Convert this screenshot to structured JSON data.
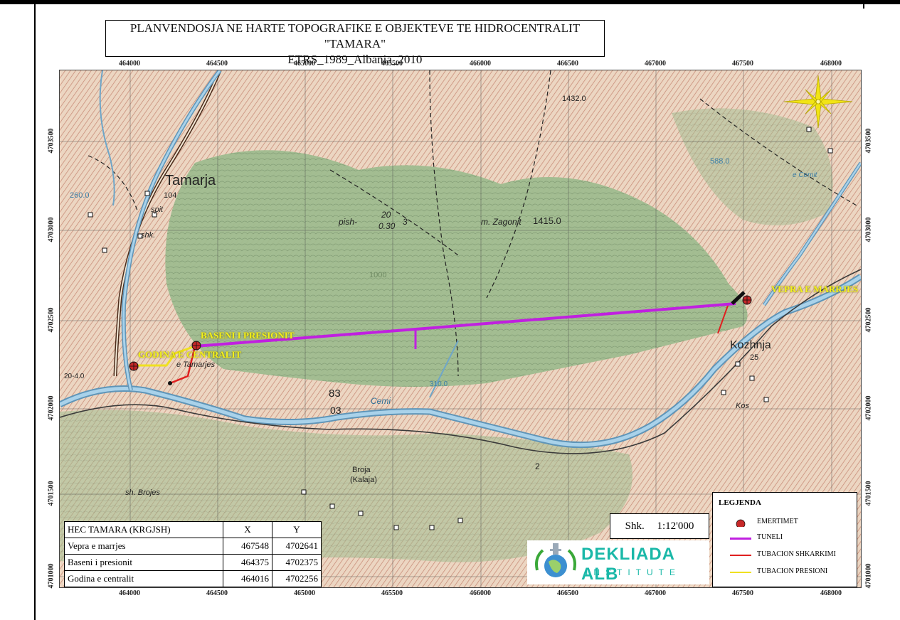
{
  "title": {
    "line1": "PLANVENDOSJA NE HARTE TOPOGRAFIKE E OBJEKTEVE TE HIDROCENTRALIT \"TAMARA\"",
    "line2": "ETRS_1989_Albania_2010"
  },
  "grid": {
    "x_labels": [
      "464000",
      "464500",
      "465000",
      "465500",
      "466000",
      "466500",
      "467000",
      "467500",
      "468000"
    ],
    "y_labels": [
      "4703500",
      "4703000",
      "4702500",
      "4702000",
      "4701500",
      "4701000"
    ]
  },
  "features": {
    "intake": "VEPRA E MARRJES",
    "basin": "BASENI I PRESIONIT",
    "powerhouse": "GODINA E CENTRALIT"
  },
  "map_text": {
    "village_west": "Tamarja",
    "village_west_num": "104",
    "spit": "spit",
    "shk": "shk.",
    "elev_stream": "260.0",
    "pish": "pish-",
    "frac_top": "20",
    "frac_bottom": "0.30",
    "frac_num": "3",
    "peak": "m. Zagonit",
    "peak_elev": "1415.0",
    "elev_north": "1432.0",
    "elev_ne": "588.0",
    "village_east": "Kozhnja",
    "village_east_num": "25",
    "river": "Cemi",
    "num_83": "83",
    "num_03": "03",
    "num_2": "2",
    "elev_river": "310.0",
    "broja": "Broja",
    "kalaja": "(Kalaja)",
    "sh_brojes": "sh. Brojes",
    "e_tamarjes": "e Tamarjes",
    "elev_west": "20-4.0",
    "kos": "Kos",
    "elev_mid": "1000",
    "e_cemi": "e Cemit"
  },
  "scale": {
    "label": "Shk.",
    "value": "1:12'000"
  },
  "legend": {
    "title": "LEGJENDA",
    "items": [
      {
        "label": "EMERTIMET",
        "color": "#c62828"
      },
      {
        "label": "TUNELI",
        "color": "#c020e0"
      },
      {
        "label": "TUBACION SHKARKIMI",
        "color": "#e02020"
      },
      {
        "label": "TUBACION PRESIONI",
        "color": "#f0e020"
      }
    ]
  },
  "coords": {
    "headers": [
      "HEC TAMARA (KRGJSH)",
      "X",
      "Y"
    ],
    "rows": [
      {
        "name": "Vepra e marrjes",
        "x": "467548",
        "y": "4702641"
      },
      {
        "name": "Baseni i presionit",
        "x": "464375",
        "y": "4702375"
      },
      {
        "name": "Godina e centralit",
        "x": "464016",
        "y": "4702256"
      }
    ]
  },
  "logo": {
    "name": "DEKLIADA ALB",
    "sub": "INSTITUTE"
  },
  "colors": {
    "tunnel": "#c020e0",
    "discharge_pipe": "#e02020",
    "pressure_pipe": "#f0e020",
    "marker": "#c62828",
    "label": "#f3f21a",
    "river": "#7fb8d8",
    "forest": "#9ab88a",
    "terrain": "#e9d2bd"
  }
}
